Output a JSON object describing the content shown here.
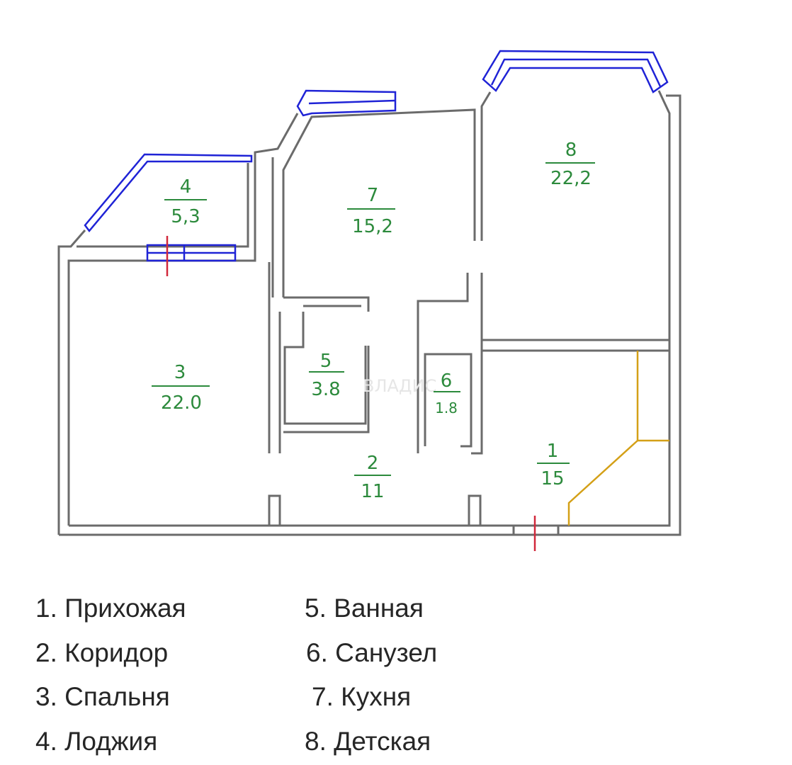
{
  "rooms": [
    {
      "num": "1",
      "area": "15"
    },
    {
      "num": "2",
      "area": "11"
    },
    {
      "num": "3",
      "area": "22.0"
    },
    {
      "num": "4",
      "area": "5,3"
    },
    {
      "num": "5",
      "area": "3.8"
    },
    {
      "num": "6",
      "area": "1.8"
    },
    {
      "num": "7",
      "area": "15,2"
    },
    {
      "num": "8",
      "area": "22,2"
    }
  ],
  "watermark": "ВЛАДИС",
  "legend": [
    "1. Прихожая",
    "2. Коридор",
    "3. Спальня",
    "4. Лоджия",
    "5. Ванная",
    "6. Санузел",
    "7. Кухня",
    "8. Детская"
  ],
  "colors": {
    "walls": "#6b6b6b",
    "windows": "#1f23d6",
    "room_labels": "#2c8a3c",
    "entrance_marks": "#d1283b",
    "hall_outline": "#d4a017"
  }
}
